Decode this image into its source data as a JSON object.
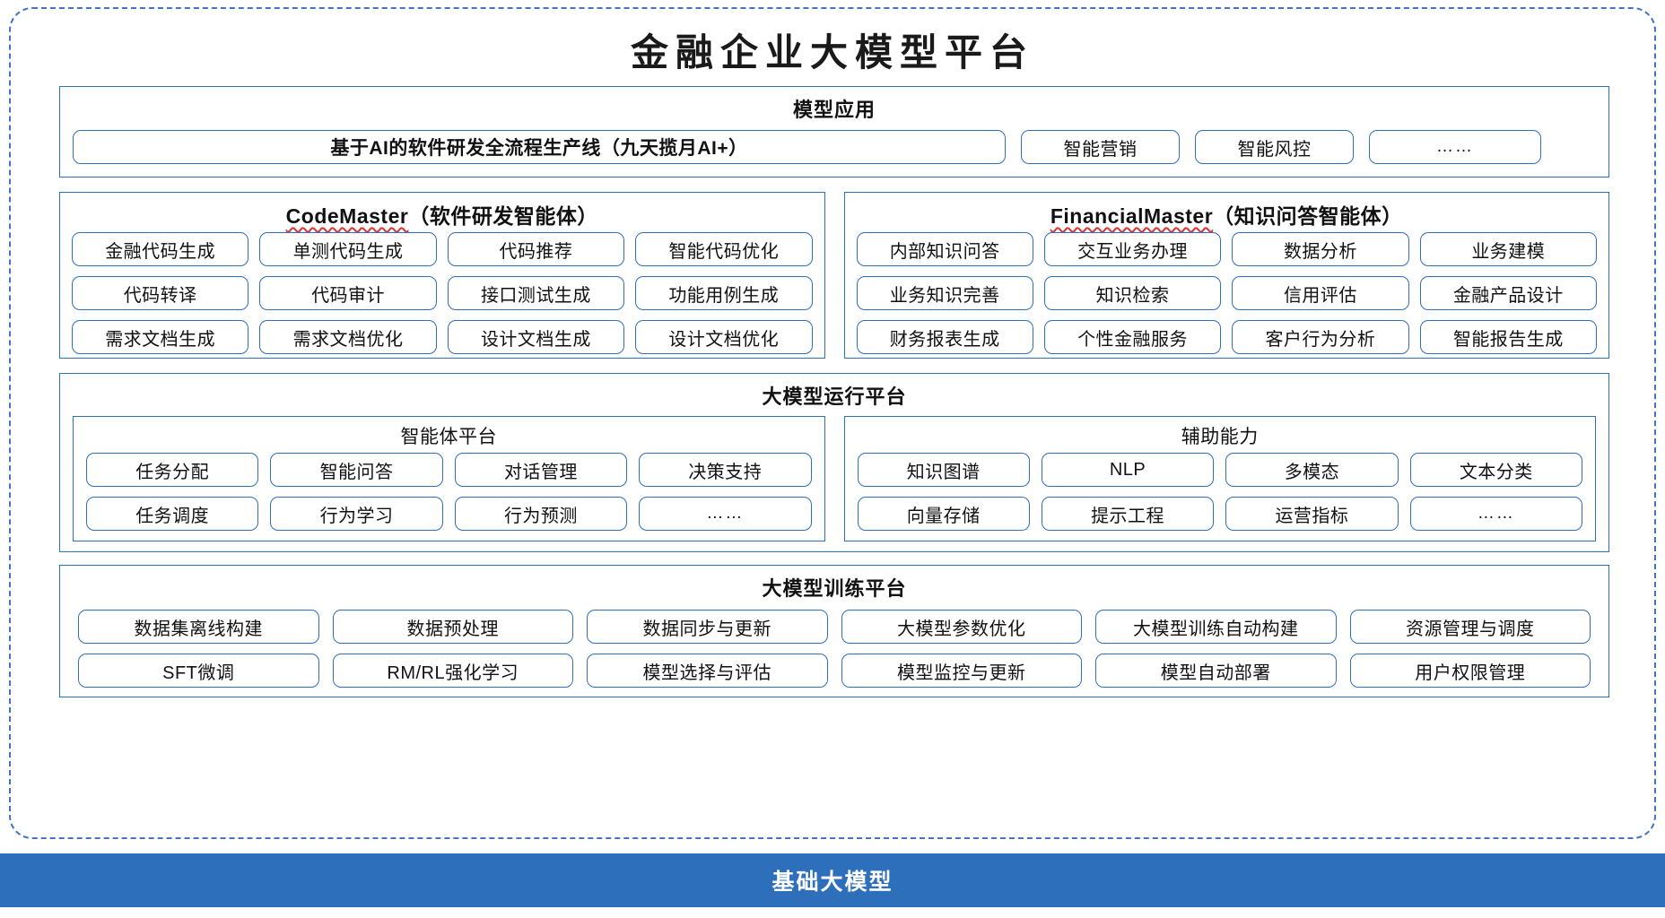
{
  "title": "金融企业大模型平台",
  "colors": {
    "accent_blue": "#2E6FBC",
    "dashed_border": "#4472C4",
    "spellcheck_red": "#e03131",
    "text": "#111111",
    "footer_text": "#ffffff"
  },
  "applications": {
    "title": "模型应用",
    "primary": "基于AI的软件研发全流程生产线（九天揽月AI+）",
    "items": [
      "智能营销",
      "智能风控"
    ],
    "ellipsis": "……"
  },
  "agents": [
    {
      "name": "CodeMaster",
      "suffix": "（软件研发智能体）",
      "capabilities": [
        "金融代码生成",
        "单测代码生成",
        "代码推荐",
        "智能代码优化",
        "代码转译",
        "代码审计",
        "接口测试生成",
        "功能用例生成",
        "需求文档生成",
        "需求文档优化",
        "设计文档生成",
        "设计文档优化"
      ]
    },
    {
      "name": "FinancialMaster",
      "suffix": "（知识问答智能体）",
      "capabilities": [
        "内部知识问答",
        "交互业务办理",
        "数据分析",
        "业务建模",
        "业务知识完善",
        "知识检索",
        "信用评估",
        "金融产品设计",
        "财务报表生成",
        "个性金融服务",
        "客户行为分析",
        "智能报告生成"
      ]
    }
  ],
  "runtime": {
    "title": "大模型运行平台",
    "groups": [
      {
        "title": "智能体平台",
        "items": [
          "任务分配",
          "智能问答",
          "对话管理",
          "决策支持",
          "任务调度",
          "行为学习",
          "行为预测",
          "……"
        ]
      },
      {
        "title": "辅助能力",
        "items": [
          "知识图谱",
          "NLP",
          "多模态",
          "文本分类",
          "向量存储",
          "提示工程",
          "运营指标",
          "……"
        ]
      }
    ]
  },
  "training": {
    "title": "大模型训练平台",
    "items": [
      "数据集离线构建",
      "数据预处理",
      "数据同步与更新",
      "大模型参数优化",
      "大模型训练自动构建",
      "资源管理与调度",
      "SFT微调",
      "RM/RL强化学习",
      "模型选择与评估",
      "模型监控与更新",
      "模型自动部署",
      "用户权限管理"
    ]
  },
  "foundation": {
    "label": "基础大模型"
  }
}
